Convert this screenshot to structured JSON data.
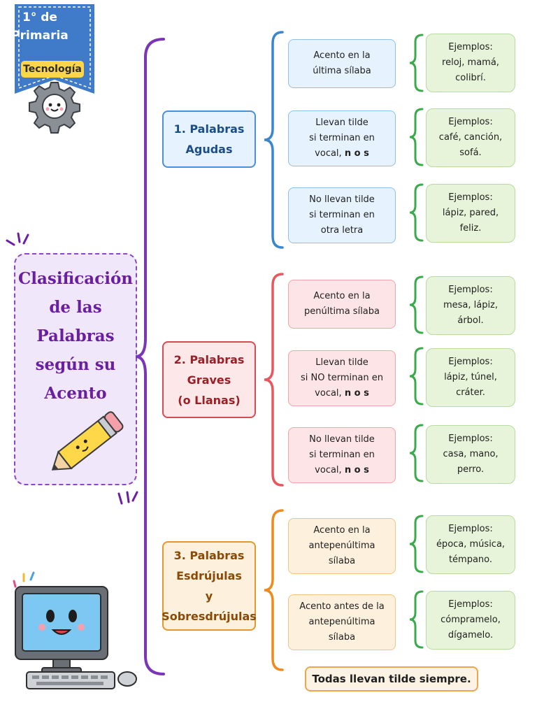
{
  "badge": {
    "grade_line1": "1° de",
    "grade_line2": "Primaria",
    "subject": "Tecnología",
    "color": "#3f7bc8"
  },
  "title": {
    "lines": [
      "Clasificación",
      "de las",
      "Palabras",
      "según su",
      "Acento"
    ]
  },
  "categories": [
    {
      "label_lines": [
        "1. Palabras",
        "Agudas"
      ],
      "color": "#4a90d9",
      "rules": [
        {
          "lines": [
            "Acento en la",
            "última sílaba"
          ],
          "emph": ""
        },
        {
          "lines": [
            "Llevan tilde",
            "si terminan en",
            "vocal,"
          ],
          "emph": "n o s"
        },
        {
          "lines": [
            "No llevan tilde",
            "si terminan en",
            "otra letra"
          ],
          "emph": ""
        }
      ],
      "examples": [
        {
          "head": "Ejemplos:",
          "lines": [
            "reloj, mamá,",
            "colibrí."
          ]
        },
        {
          "head": "Ejemplos:",
          "lines": [
            "café, canción,",
            "sofá."
          ]
        },
        {
          "head": "Ejemplos:",
          "lines": [
            "lápiz, pared,",
            "feliz."
          ]
        }
      ]
    },
    {
      "label_lines": [
        "2. Palabras",
        "Graves",
        "(o Llanas)"
      ],
      "color": "#d84b52",
      "rules": [
        {
          "lines": [
            "Acento en la",
            "penúltima sílaba"
          ],
          "emph": ""
        },
        {
          "lines": [
            "Llevan tilde",
            "si NO terminan en",
            "vocal,"
          ],
          "emph": "n o s"
        },
        {
          "lines": [
            "No llevan tilde",
            "si terminan en",
            "vocal,"
          ],
          "emph": "n o s"
        }
      ],
      "examples": [
        {
          "head": "Ejemplos:",
          "lines": [
            "mesa, lápiz,",
            "árbol."
          ]
        },
        {
          "head": "Ejemplos:",
          "lines": [
            "lápiz, túnel,",
            "cráter."
          ]
        },
        {
          "head": "Ejemplos:",
          "lines": [
            "casa, mano,",
            "perro."
          ]
        }
      ]
    },
    {
      "label_lines": [
        "3. Palabras",
        "Esdrújulas",
        "y",
        "Sobresdrújulas"
      ],
      "color": "#e8962a",
      "rules": [
        {
          "lines": [
            "Acento en la",
            "antepenúltima",
            "sílaba"
          ],
          "emph": ""
        },
        {
          "lines": [
            "Acento antes de la",
            "antepenúltima",
            "sílaba"
          ],
          "emph": ""
        }
      ],
      "examples": [
        {
          "head": "Ejemplos:",
          "lines": [
            "época, música,",
            "témpano."
          ]
        },
        {
          "head": "Ejemplos:",
          "lines": [
            "cómpramelo,",
            "dígamelo."
          ]
        }
      ],
      "note": "Todas llevan tilde siempre."
    }
  ]
}
